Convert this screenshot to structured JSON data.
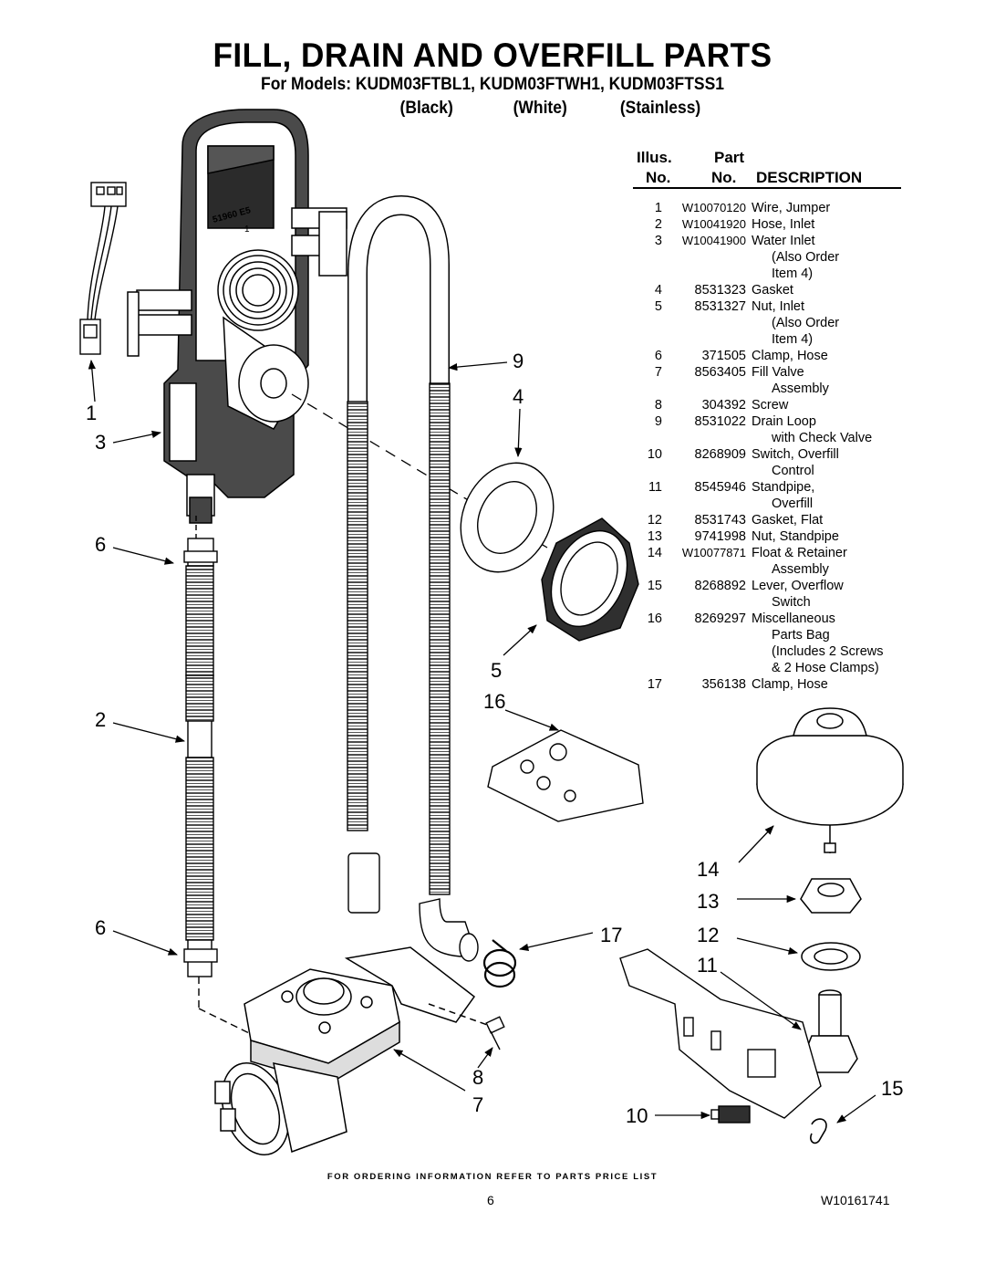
{
  "title": "FILL, DRAIN AND OVERFILL PARTS",
  "models_line": "For Models: KUDM03FTBL1, KUDM03FTWH1, KUDM03FTSS1",
  "finishes": [
    "(Black)",
    "(White)",
    "(Stainless)"
  ],
  "table_headers": {
    "illus_1": "Illus.",
    "illus_2": "No.",
    "part_1": "Part",
    "part_2": "No.",
    "description": "DESCRIPTION"
  },
  "parts": [
    {
      "illus": "1",
      "part": "W10070120",
      "desc": [
        "Wire, Jumper"
      ]
    },
    {
      "illus": "2",
      "part": "W10041920",
      "desc": [
        "Hose, Inlet"
      ]
    },
    {
      "illus": "3",
      "part": "W10041900",
      "desc": [
        "Water Inlet",
        "(Also Order",
        "Item 4)"
      ]
    },
    {
      "illus": "4",
      "part": "8531323",
      "desc": [
        "Gasket"
      ]
    },
    {
      "illus": "5",
      "part": "8531327",
      "desc": [
        "Nut, Inlet",
        "(Also Order",
        "Item 4)"
      ]
    },
    {
      "illus": "6",
      "part": "371505",
      "desc": [
        "Clamp, Hose"
      ]
    },
    {
      "illus": "7",
      "part": "8563405",
      "desc": [
        "Fill Valve",
        "Assembly"
      ]
    },
    {
      "illus": "8",
      "part": "304392",
      "desc": [
        "Screw"
      ]
    },
    {
      "illus": "9",
      "part": "8531022",
      "desc": [
        "Drain Loop",
        "with Check Valve"
      ]
    },
    {
      "illus": "10",
      "part": "8268909",
      "desc": [
        "Switch, Overfill",
        "Control"
      ]
    },
    {
      "illus": "11",
      "part": "8545946",
      "desc": [
        "Standpipe,",
        "Overfill"
      ]
    },
    {
      "illus": "12",
      "part": "8531743",
      "desc": [
        "Gasket, Flat"
      ]
    },
    {
      "illus": "13",
      "part": "9741998",
      "desc": [
        "Nut, Standpipe"
      ]
    },
    {
      "illus": "14",
      "part": "W10077871",
      "desc": [
        "Float & Retainer",
        "Assembly"
      ]
    },
    {
      "illus": "15",
      "part": "8268892",
      "desc": [
        "Lever, Overflow",
        "Switch"
      ]
    },
    {
      "illus": "16",
      "part": "8269297",
      "desc": [
        "Miscellaneous",
        "Parts Bag",
        "(Includes 2 Screws",
        "& 2 Hose Clamps)"
      ]
    },
    {
      "illus": "17",
      "part": "356138",
      "desc": [
        "Clamp, Hose"
      ]
    }
  ],
  "callouts": [
    "1",
    "3",
    "6",
    "2",
    "6",
    "9",
    "4",
    "5",
    "16",
    "14",
    "13",
    "17",
    "12",
    "11",
    "8",
    "7",
    "15",
    "10"
  ],
  "part_markings": {
    "inlet_housing": "51960 E5",
    "inlet_housing_sub": "1"
  },
  "footer": "FOR ORDERING INFORMATION REFER TO PARTS PRICE LIST",
  "page_number": "6",
  "document_number": "W10161741"
}
